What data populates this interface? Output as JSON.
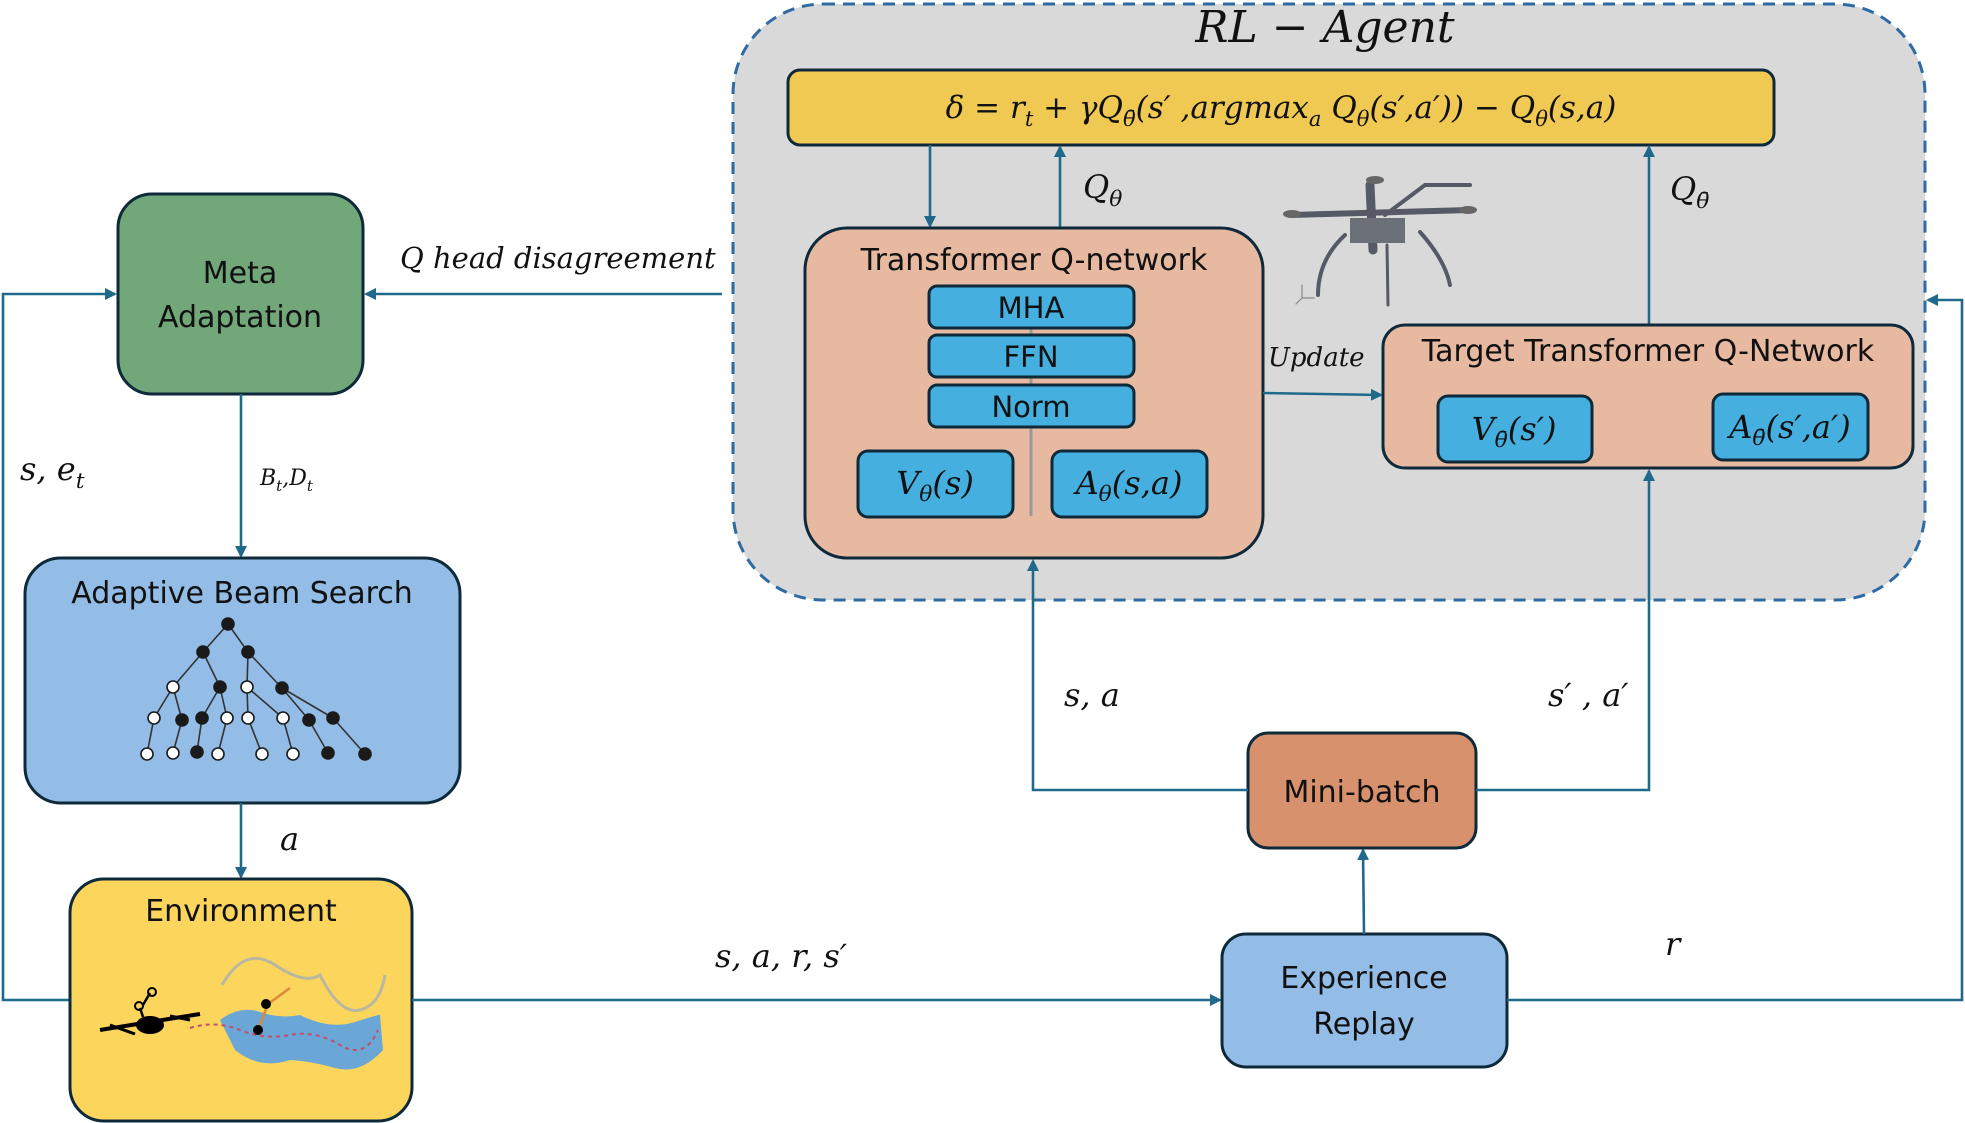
{
  "colors": {
    "arrow": "#1f6a8a",
    "border": "#0e2a3a",
    "rl_agent_fill": "#d9d9d9",
    "rl_agent_border": "#2e6ba3",
    "formula_fill": "#f0c952",
    "transformer_fill": "#e8b9a1",
    "layer_fill": "#45afe0",
    "meta_fill": "#72a77a",
    "beam_fill": "#93bde6",
    "env_fill": "#fcd55d",
    "minibatch_fill": "#d8916d",
    "replay_fill": "#93bde6"
  },
  "rl_agent": {
    "title": "RL − Agent",
    "formula": {
      "delta": "δ",
      "eq": " = ",
      "r": "r",
      "r_sub": "t",
      "plus": " + γQ",
      "q_target_sub": "θ̄",
      "mid": "(s′ ,argmax",
      "argmax_sub": "a",
      "q": " Q",
      "q_sub": "θ",
      "args1": "(s′,a′)) − Q",
      "q2_sub": "θ",
      "args2": "(s,a)"
    },
    "q_theta_label": {
      "main": "Q",
      "sub": "θ"
    },
    "q_target_label": {
      "main": "Q",
      "sub": "θ̄"
    },
    "transformer": {
      "title": "Transformer Q-network",
      "layers": [
        "MHA",
        "FFN",
        "Norm"
      ],
      "value_head": {
        "main": "V",
        "sub": "θ",
        "args": "(s)"
      },
      "advantage_head": {
        "main": "A",
        "sub": "θ",
        "args": "(s,a)"
      }
    },
    "update_label": "Update",
    "target": {
      "title": "Target Transformer Q-Network",
      "value_head": {
        "main": "V",
        "sub": "θ̄",
        "args": "(s′)"
      },
      "advantage_head": {
        "main": "A",
        "sub": "θ̄",
        "args": "(s′,a′)"
      }
    },
    "drone_image": "quadcopter-3d-model"
  },
  "meta_adaptation": {
    "line1": "Meta",
    "line2": "Adaptation"
  },
  "q_head_label": "Q head disagreement",
  "beam_search": {
    "title": "Adaptive Beam Search",
    "icon": "search-tree-icon"
  },
  "environment": {
    "title": "Environment",
    "icon": "drone-river-scene-icon"
  },
  "mini_batch": {
    "label": "Mini-batch"
  },
  "experience_replay": {
    "line1": "Experience",
    "line2": "Replay"
  },
  "edge_labels": {
    "s_et": {
      "main": "s, e",
      "sub": "t"
    },
    "bt_dt": {
      "b": "B",
      "b_sub": "t",
      "sep": ",",
      "d": "D",
      "d_sub": "t"
    },
    "a": "a",
    "sars": "s, a, r, s′",
    "sa": "s, a",
    "sa_prime": "s′ , a′",
    "r": "r"
  }
}
